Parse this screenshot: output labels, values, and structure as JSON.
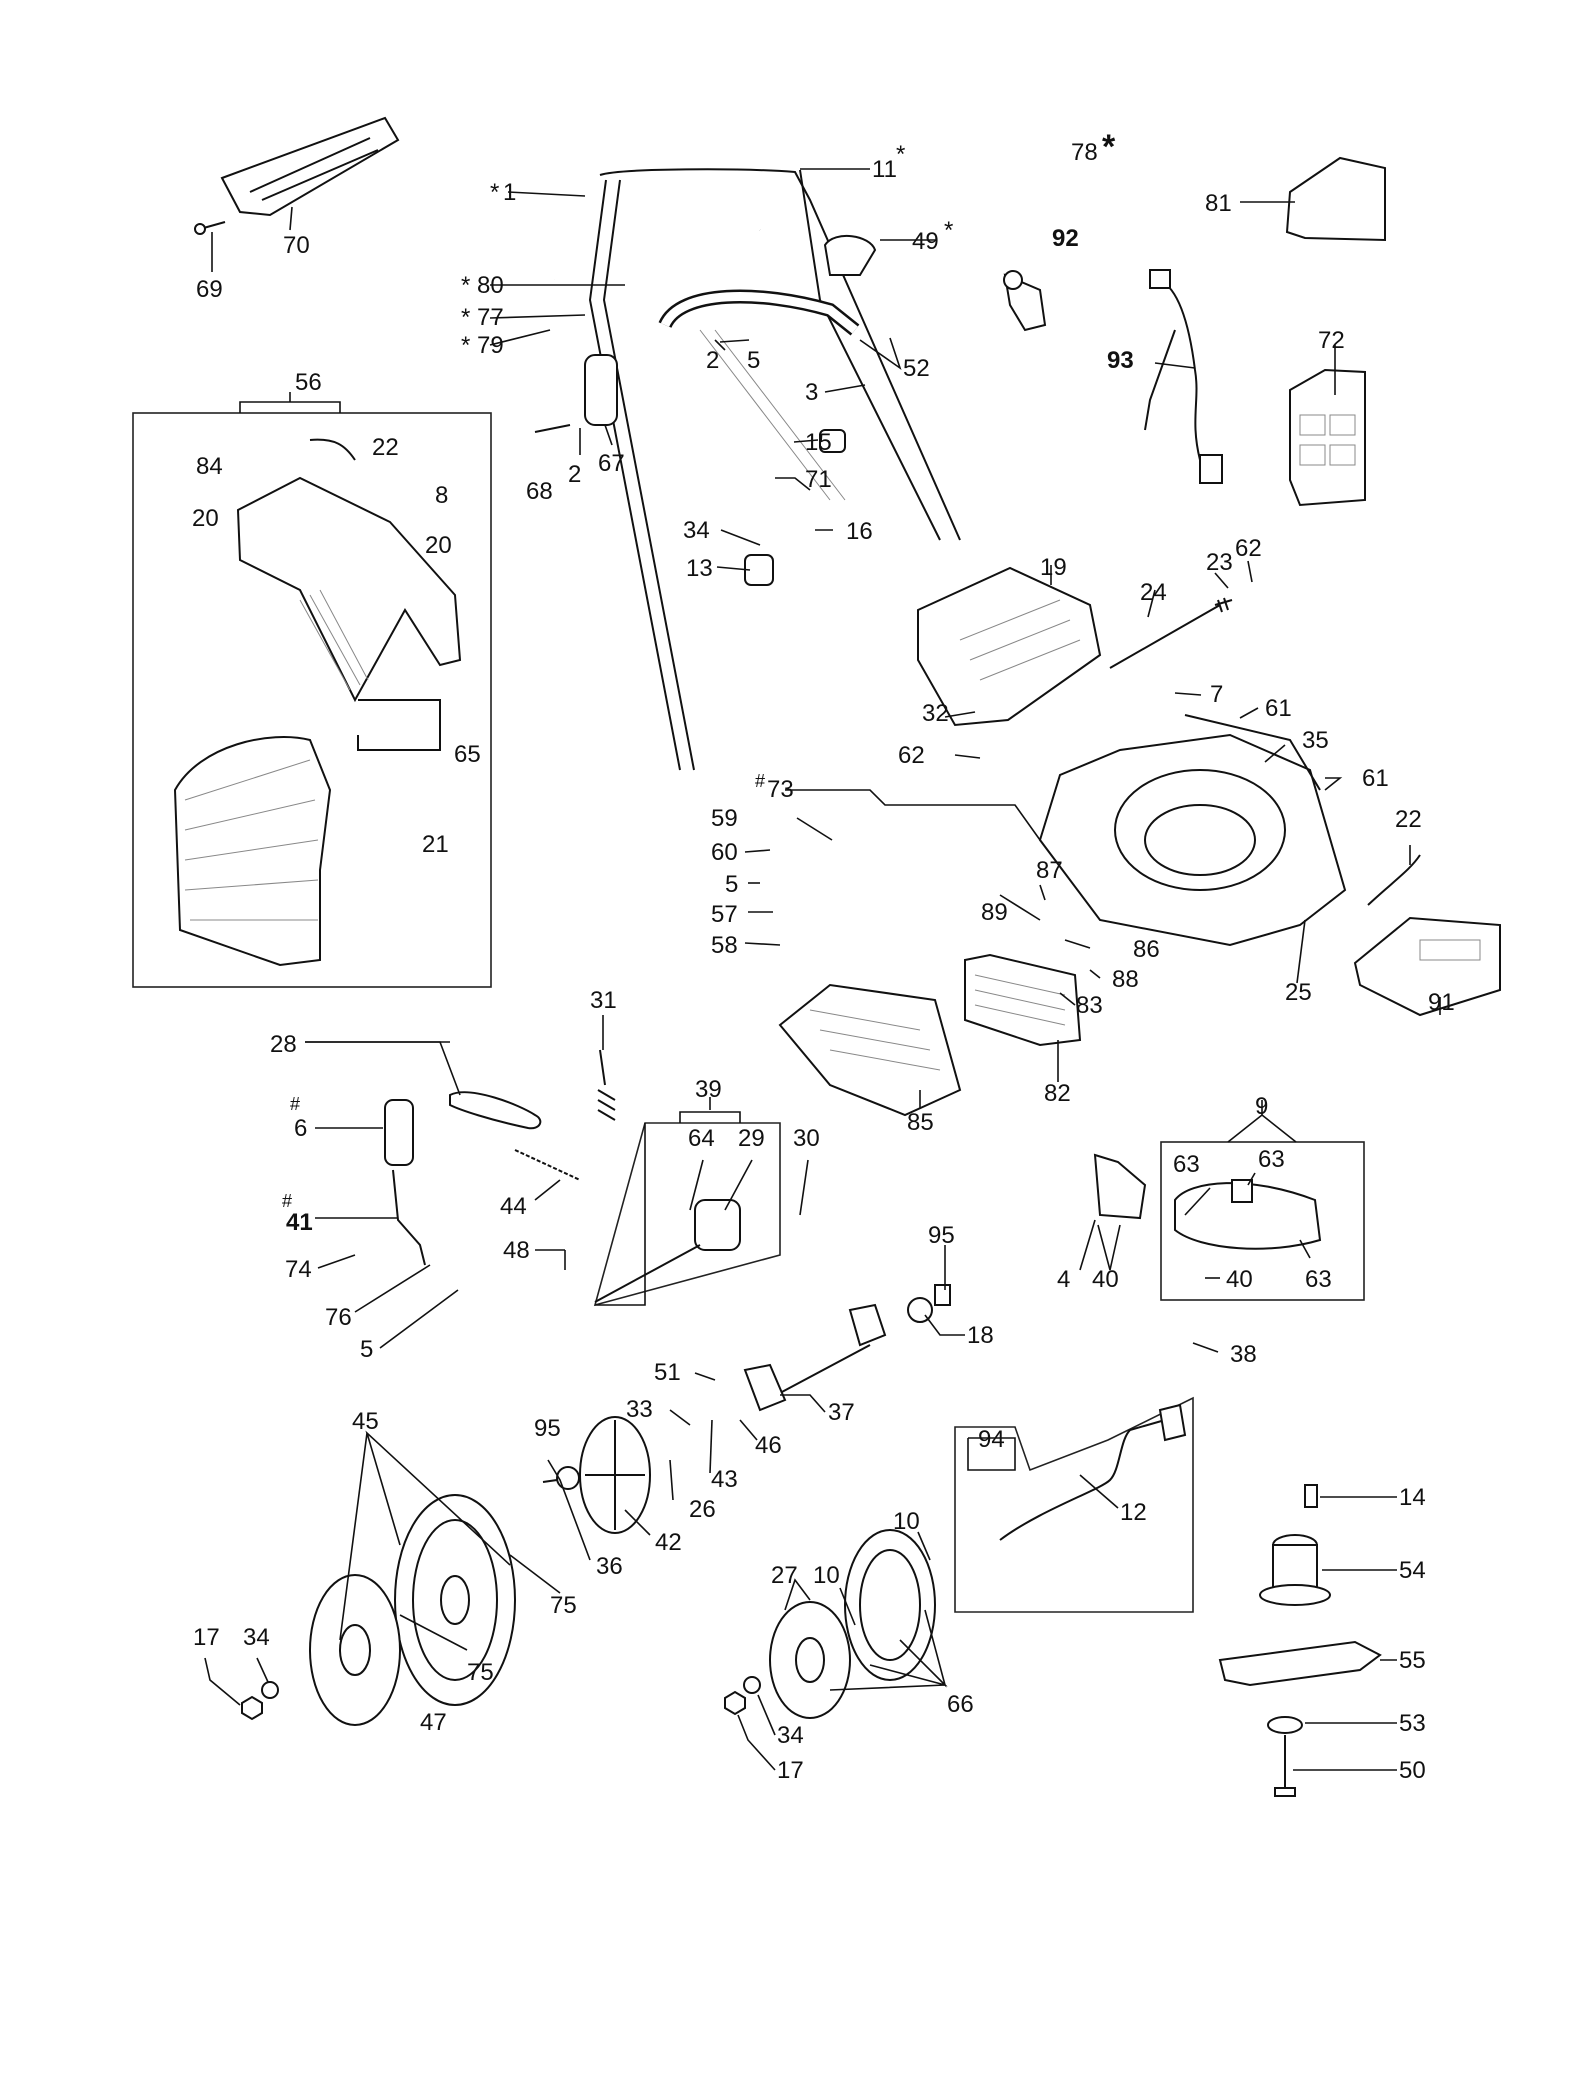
{
  "callouts": {
    "c1": "1",
    "c1_star": "*",
    "c11": "11",
    "c11_star": "*",
    "c78": "78",
    "c78_star": "*",
    "c81": "81",
    "c70": "70",
    "c69": "69",
    "c80": "80",
    "c80_star": "*",
    "c77": "77",
    "c77_star": "*",
    "c79": "79",
    "c79_star": "*",
    "c49": "49",
    "c49_star": "*",
    "c92": "92",
    "c93": "93",
    "c72": "72",
    "c2a": "2",
    "c5a": "5",
    "c52": "52",
    "c3": "3",
    "c56": "56",
    "c22a": "22",
    "c84": "84",
    "c20a": "20",
    "c8": "8",
    "c20b": "20",
    "c65": "65",
    "c21": "21",
    "c68": "68",
    "c2b": "2",
    "c67": "67",
    "c15": "15",
    "c71": "71",
    "c34a": "34",
    "c16": "16",
    "c13": "13",
    "c19": "19",
    "c24": "24",
    "c23": "23",
    "c62a": "62",
    "c7": "7",
    "c61a": "61",
    "c35": "35",
    "c61b": "61",
    "c32": "32",
    "c62b": "62",
    "c73": "73",
    "c73_hash": "#",
    "c59": "59",
    "c60": "60",
    "c5b": "5",
    "c57": "57",
    "c58": "58",
    "c87": "87",
    "c89": "89",
    "c86": "86",
    "c88": "88",
    "c83": "83",
    "c25": "25",
    "c22b": "22",
    "c91": "91",
    "c82": "82",
    "c85": "85",
    "c31": "31",
    "c28": "28",
    "c39": "39",
    "c64": "64",
    "c29": "29",
    "c30": "30",
    "c6": "6",
    "c6_hash": "#",
    "c44": "44",
    "c41": "41",
    "c41_hash": "#",
    "c48": "48",
    "c74": "74",
    "c76": "76",
    "c5c": "5",
    "c9": "9",
    "c63a": "63",
    "c63b": "63",
    "c63c": "63",
    "c4": "4",
    "c40a": "40",
    "c40b": "40",
    "c38": "38",
    "c95a": "95",
    "c18": "18",
    "c51": "51",
    "c37": "37",
    "c33": "33",
    "c43": "43",
    "c46": "46",
    "c95b": "95",
    "c26": "26",
    "c45": "45",
    "c36": "36",
    "c42": "42",
    "c75a": "75",
    "c75b": "75",
    "c17a": "17",
    "c34b": "34",
    "c47": "47",
    "c94": "94",
    "c12": "12",
    "c14": "14",
    "c54": "54",
    "c55": "55",
    "c53": "53",
    "c50": "50",
    "c10a": "10",
    "c27": "27",
    "c10b": "10",
    "c66": "66",
    "c34c": "34",
    "c17b": "17"
  }
}
